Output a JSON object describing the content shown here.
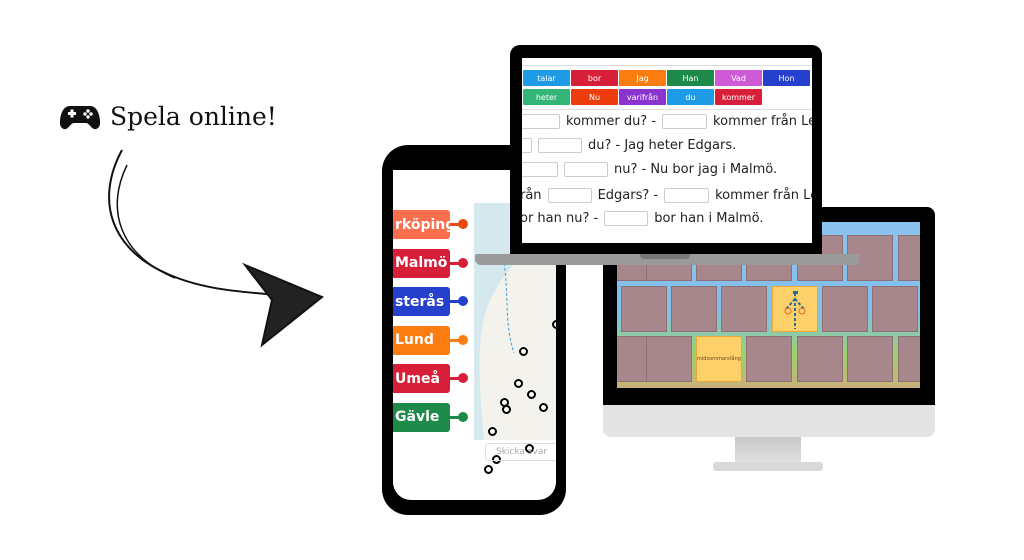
{
  "headline": {
    "text": "Spela online!",
    "icon": "gamepad-icon"
  },
  "laptop": {
    "words": [
      {
        "label": "talar",
        "color": "#1e9be6"
      },
      {
        "label": "bor",
        "color": "#d81f3a"
      },
      {
        "label": "Jag",
        "color": "#fb7d12"
      },
      {
        "label": "Han",
        "color": "#1e8a4a"
      },
      {
        "label": "Vad",
        "color": "#cf5ad8"
      },
      {
        "label": "Hon",
        "color": "#2540cc"
      },
      {
        "label": "heter",
        "color": "#32b577"
      },
      {
        "label": "Nu",
        "color": "#ee3d0c"
      },
      {
        "label": "varifrån",
        "color": "#8a33cf"
      },
      {
        "label": "du",
        "color": "#1e9be6"
      },
      {
        "label": "kommer",
        "color": "#d81f3a"
      }
    ],
    "sentences": [
      {
        "a": "kommer du? -",
        "b": "kommer från Lett"
      },
      {
        "a": "du? -  Jag heter Edgars.",
        "b": ""
      },
      {
        "a": "nu? - Nu bor  jag i Malmö.",
        "b": ""
      },
      {
        "pre": "rån",
        "a": "Edgars? -",
        "b": "kommer från Lett"
      },
      {
        "pre": "or han nu? -",
        "a": "bor han i Malmö.",
        "b": ""
      }
    ]
  },
  "phone": {
    "labels": [
      {
        "text": "rköping",
        "color": "#fb6e4e",
        "pin": "#e84a10"
      },
      {
        "text": "Malmö",
        "color": "#d81f3a",
        "pin": "#d81f3a"
      },
      {
        "text": "sterås",
        "color": "#2540cc",
        "pin": "#2540cc"
      },
      {
        "text": "Lund",
        "color": "#fb7d12",
        "pin": "#fb7d12"
      },
      {
        "text": "Umeå",
        "color": "#d81f3a",
        "pin": "#d81f3a"
      },
      {
        "text": "Gävle",
        "color": "#1e8a4a",
        "pin": "#1e8a4a"
      }
    ],
    "submit": "Skicka svar"
  },
  "monitor": {
    "revealed_card": "midsommarstång",
    "revealed_picture": "maypole-icon"
  }
}
